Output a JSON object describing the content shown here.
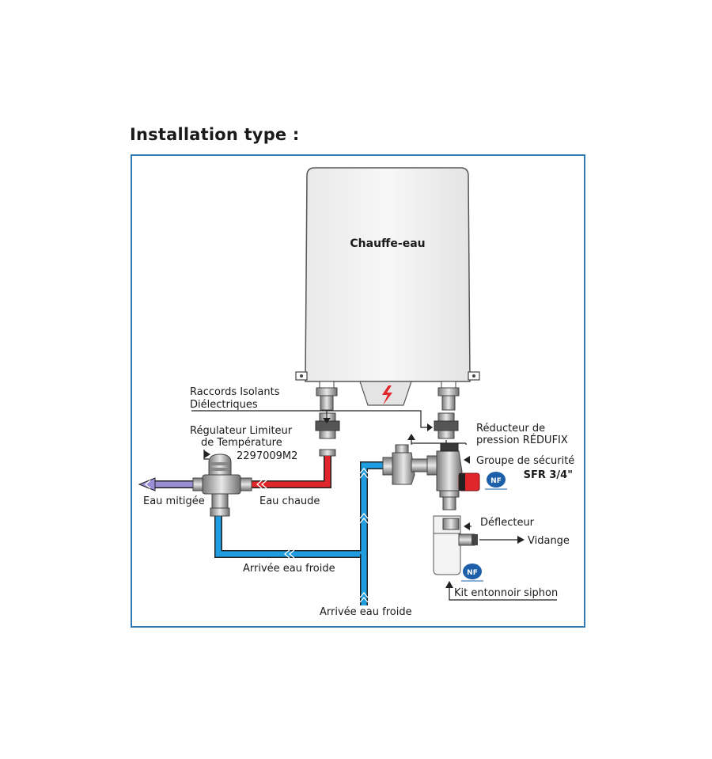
{
  "title": "Installation type :",
  "heater_label": "Chauffe-eau",
  "labels": {
    "raccords_line1": "Raccords Isolants",
    "raccords_line2": "Diélectriques",
    "regulateur_line1": "Régulateur Limiteur",
    "regulateur_line2": "de Température",
    "regulateur_ref": "2297009M2",
    "reducteur_line1": "Réducteur de",
    "reducteur_line2": "pression RÉDUFIX",
    "groupe_line1": "Groupe de sécurité",
    "groupe_line2": "SFR 3/4\"",
    "eau_mitigee": "Eau mitigée",
    "eau_chaude": "Eau chaude",
    "deflecteur": "Déflecteur",
    "vidange": "Vidange",
    "arrivee_froide_1": "Arrivée eau froide",
    "arrivee_froide_2": "Arrivée eau froide",
    "kit": "Kit entonnoir siphon",
    "nf_mark": "NF"
  },
  "colors": {
    "frame": "#2f79b5",
    "cold_pipe": "#1e9ee0",
    "hot_pipe": "#e0262a",
    "mixed_pipe": "#9a8fd6",
    "heater_body": "#f1f1f1",
    "nf_badge": "#1d5fa8"
  }
}
